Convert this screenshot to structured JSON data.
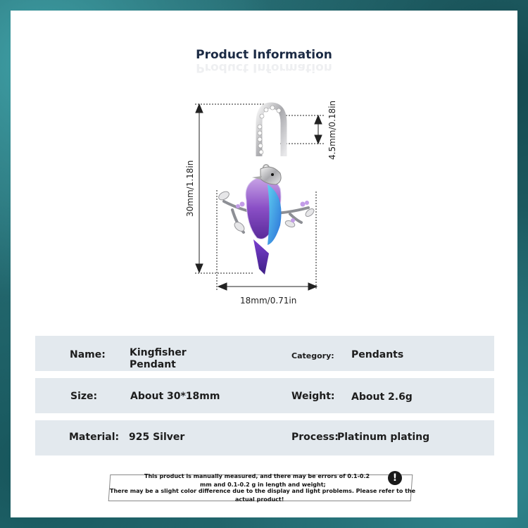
{
  "title": "Product Information",
  "dimensions": {
    "height_total": "30mm/1.18in",
    "bail_height": "4.5mm/0.18in",
    "width": "18mm/0.71in"
  },
  "rows": [
    {
      "label_left": "Name:",
      "value_left_line1": "Kingfisher",
      "value_left_line2": "Pendant",
      "label_right": "Category:",
      "value_right": "Pendants"
    },
    {
      "label_left": "Size:",
      "value_left": "About 30*18mm",
      "label_right": "Weight:",
      "value_right": "About 2.6g"
    },
    {
      "label_left": "Material:",
      "value_left": "925 Silver",
      "label_right": "Process:",
      "value_right": "Platinum plating"
    }
  ],
  "disclaimer": {
    "line1": "This product is manually measured, and there may be errors of 0.1-0.2",
    "line2": "mm and 0.1-0.2 g in length and weight;",
    "line3": "There may be a slight color difference due to the display and light problems. Please refer to the",
    "line4": "actual product!",
    "icon": "exclamation-icon"
  },
  "colors": {
    "frame": "#1c5c63",
    "row_bg": "#e3e9ee",
    "title": "#1b2a44"
  }
}
